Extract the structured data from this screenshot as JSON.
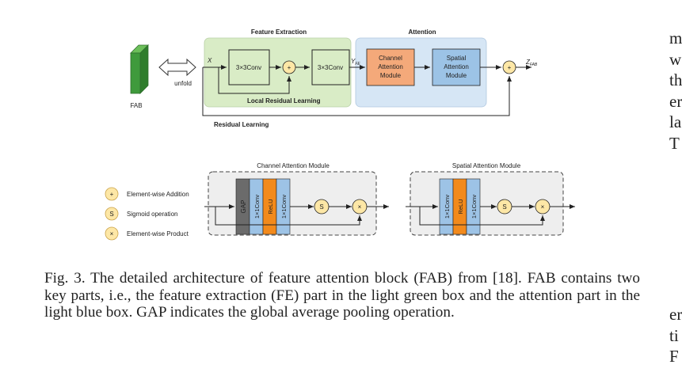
{
  "figure": {
    "fab_label": "FAB",
    "unfold_label": "unfold",
    "input_var": "X",
    "fe_title": "Feature Extraction",
    "attention_title": "Attention",
    "conv1": "3×3Conv",
    "conv2": "3×3Conv",
    "y_fe": "Y",
    "y_fe_sub": "FE",
    "channel_attention_block": [
      "Channel",
      "Attention",
      "Module"
    ],
    "spatial_attention_block": [
      "Spatial",
      "Attention",
      "Module"
    ],
    "output_var": "Z",
    "output_sub": "FAB",
    "local_residual": "Local Residual Learning",
    "residual": "Residual Learning",
    "plus_symbol": "+",
    "sigmoid_symbol": "S",
    "times_symbol": "×",
    "legend": [
      {
        "symbol": "+",
        "text": "Element-wise Addition"
      },
      {
        "symbol": "S",
        "text": "Sigmoid operation"
      },
      {
        "symbol": "×",
        "text": "Element-wise Product"
      }
    ],
    "cam_title": "Channel Attention Module",
    "sam_title": "Spatial Attention Module",
    "cam_layers": [
      "GAP",
      "1×1Conv",
      "ReLU",
      "1×1Conv"
    ],
    "sam_layers": [
      "1×1Conv",
      "ReLU",
      "1×1Conv"
    ],
    "colors": {
      "fe_box": "#d9ecc6",
      "attention_box": "#d6e6f5",
      "channel_module": "#f4a97a",
      "spatial_module": "#9cc3e6",
      "node": "#fde7a6",
      "gap": "#6b6b6b",
      "conv": "#9dc3e6",
      "relu": "#f28a1c",
      "module_bg": "#eeeeee",
      "fab_block": "#3f9a3c"
    }
  },
  "caption": "Fig. 3.  The detailed architecture of feature attention block (FAB) from [18]. FAB contains two key parts, i.e., the feature extraction (FE) part in the light green box and the attention part in the light blue box. GAP indicates the global average pooling operation.",
  "right_column_top": [
    "m",
    "w",
    "th",
    "er",
    "la",
    "T"
  ],
  "right_column_bottom": [
    "er",
    "ti",
    "F"
  ]
}
